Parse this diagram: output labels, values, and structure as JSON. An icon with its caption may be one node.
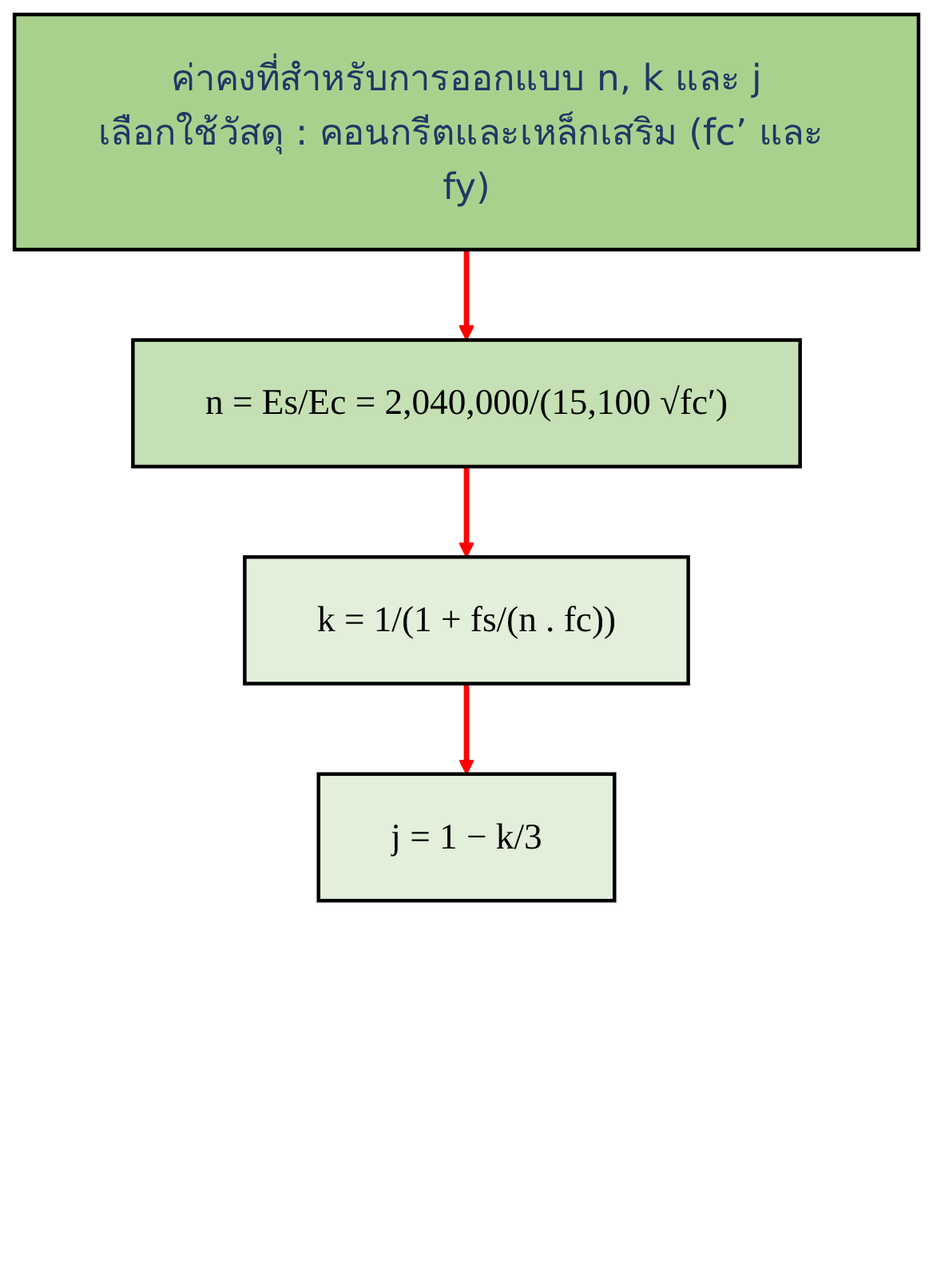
{
  "diagram": {
    "nodes": [
      {
        "text": [
          "ค่าคงที่สำหรับการออกแบบ n, k และ j",
          "เลือกใช้วัสดุ : คอนกรีตและเหล็กเสริม (fc’ และ fy)"
        ]
      },
      {
        "text": [
          "n = Es/Ec = 2,040,000/(15,100 √fc′)"
        ]
      },
      {
        "text": [
          "k = 1/(1 + fs/(n . fc))"
        ]
      },
      {
        "text": [
          "j = 1 − k/3"
        ]
      }
    ],
    "edges": [
      {
        "from": 0,
        "to": 1,
        "arrow": "to"
      },
      {
        "from": 1,
        "to": 2,
        "arrow": "to"
      },
      {
        "from": 2,
        "to": 3,
        "arrow": "to"
      }
    ]
  }
}
